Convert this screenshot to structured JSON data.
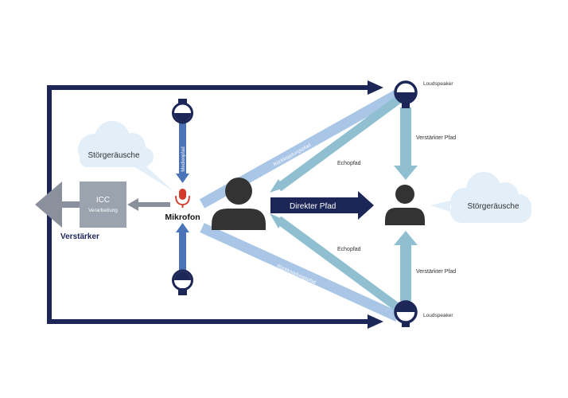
{
  "labels": {
    "loudspeaker_top": "Loudspeaker",
    "loudspeaker_bottom": "Loudspeaker",
    "verst_pfad_top": "Verstärkter Pfad",
    "verst_pfad_bottom": "Verstärkter Pfad",
    "echopfad_top": "Echopfad",
    "echopfad_bottom": "Echopfad",
    "direkter_pfad": "Direkter Pfad",
    "rueck_top": "Rückkopplungspfad",
    "rueck_bottom": "Rückkopplungspfad",
    "medienpfad": "Medienpfad",
    "mikrofon": "Mikrofon",
    "verstaerker": "Verstärker",
    "icc_title": "ICC",
    "icc_sub": "Verarbeitung",
    "noise_left": "Störgeräusche",
    "noise_right": "Störgeräusche"
  },
  "colors": {
    "navy": "#1c2657",
    "blue_mid": "#4a73b8",
    "blue_light": "#a9c6e6",
    "teal": "#8fbfd0",
    "grey": "#8a919c",
    "icc": "#9aa3ae",
    "cloud": "#e2eef8",
    "person": "#333333",
    "mic": "#d23a2c"
  }
}
